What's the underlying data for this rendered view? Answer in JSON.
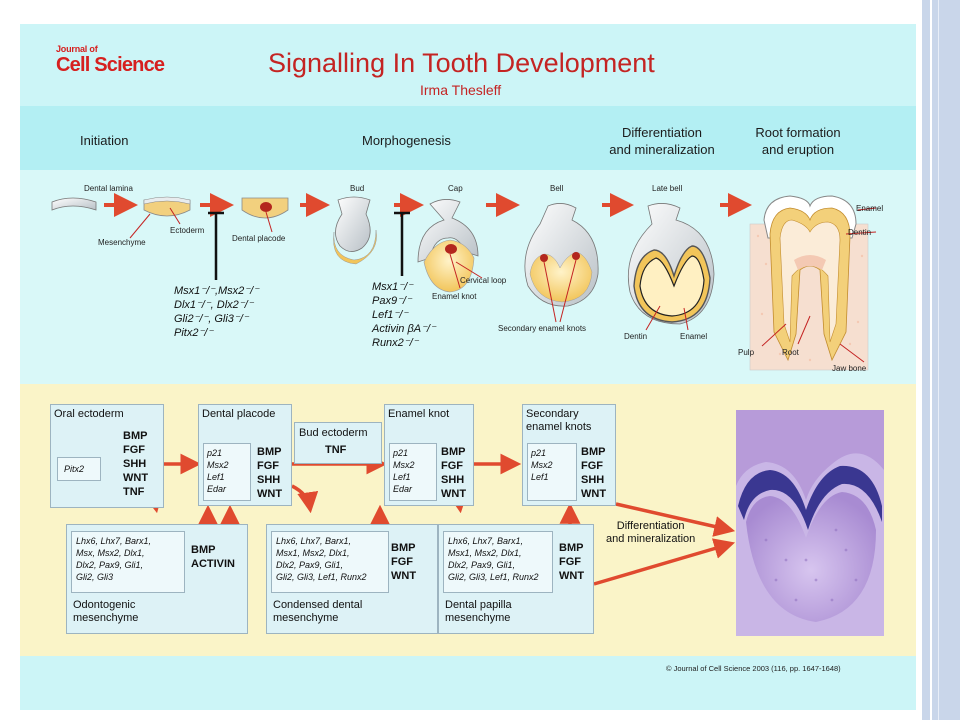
{
  "header": {
    "logo_small": "Journal of",
    "logo_big": "Cell Science",
    "title": "Signalling In Tooth Development",
    "author": "Irma Thesleff"
  },
  "stages": {
    "initiation": "Initiation",
    "morphogenesis": "Morphogenesis",
    "differentiation": [
      "Differentiation",
      "and mineralization"
    ],
    "root": [
      "Root formation",
      "and eruption"
    ]
  },
  "labels": {
    "dental_lamina": "Dental lamina",
    "ectoderm": "Ectoderm",
    "mesenchyme": "Mesenchyme",
    "dental_placode": "Dental placode",
    "bud": "Bud",
    "cap": "Cap",
    "bell": "Bell",
    "late_bell": "Late bell",
    "cervical_loop": "Cervical loop",
    "enamel_knot": "Enamel knot",
    "secondary_enamel_knots": "Secondary enamel knots",
    "dentin_late": "Dentin",
    "enamel_late": "Enamel",
    "enamel_root": "Enamel",
    "dentin_root": "Dentin",
    "pulp": "Pulp",
    "root": "Root",
    "jaw_bone": "Jaw bone"
  },
  "mutants": {
    "initiation": [
      "Msx1⁻/⁻,Msx2⁻/⁻",
      "Dlx1⁻/⁻, Dlx2⁻/⁻",
      "Gli2⁻/⁻, Gli3⁻/⁻",
      "Pitx2⁻/⁻"
    ],
    "bud": [
      "Msx1⁻/⁻",
      "Pax9⁻/⁻",
      "Lef1⁻/⁻",
      "Activin βA⁻/⁻",
      "Runx2⁻/⁻"
    ]
  },
  "network": {
    "oral_ectoderm": {
      "title": "Oral ectoderm",
      "inner": [
        "Pitx2"
      ],
      "signals": [
        "BMP",
        "FGF",
        "SHH",
        "WNT",
        "TNF"
      ]
    },
    "dental_placode": {
      "title": "Dental placode",
      "inner": [
        "p21",
        "Msx2",
        "Lef1",
        "Edar"
      ],
      "signals": [
        "BMP",
        "FGF",
        "SHH",
        "WNT"
      ]
    },
    "bud_ectoderm": {
      "title": "Bud ectoderm",
      "signals": [
        "TNF"
      ]
    },
    "enamel_knot": {
      "title": "Enamel knot",
      "inner": [
        "p21",
        "Msx2",
        "Lef1",
        "Edar"
      ],
      "signals": [
        "BMP",
        "FGF",
        "SHH",
        "WNT"
      ]
    },
    "secondary_knots": {
      "title": [
        "Secondary",
        "enamel knots"
      ],
      "inner": [
        "p21",
        "Msx2",
        "Lef1"
      ],
      "signals": [
        "BMP",
        "FGF",
        "SHH",
        "WNT"
      ]
    },
    "odontogenic": {
      "title": [
        "Odontogenic",
        "mesenchyme"
      ],
      "inner": [
        "Lhx6, Lhx7, Barx1,",
        "Msx, Msx2, Dlx1,",
        "Dlx2, Pax9, Gli1,",
        "Gli2, Gli3"
      ],
      "signals": [
        "BMP",
        "ACTIVIN"
      ]
    },
    "condensed": {
      "title": [
        "Condensed dental",
        "mesenchyme"
      ],
      "inner": [
        "Lhx6, Lhx7, Barx1,",
        "Msx1, Msx2, Dlx1,",
        "Dlx2, Pax9, Gli1,",
        "Gli2, Gli3, Lef1, Runx2"
      ],
      "signals": [
        "BMP",
        "FGF",
        "WNT"
      ]
    },
    "papilla": {
      "title": [
        "Dental papilla",
        "mesenchyme"
      ],
      "inner": [
        "Lhx6, Lhx7, Barx1,",
        "Msx1, Msx2, Dlx1,",
        "Dlx2, Pax9, Gli1,",
        "Gli2, Gli3, Lef1, Runx2"
      ],
      "signals": [
        "BMP",
        "FGF",
        "WNT"
      ]
    },
    "diff_label": [
      "Differentiation",
      "and mineralization"
    ]
  },
  "footer": {
    "copyright": "© Journal of Cell Science 2003 (116, pp. 1647-1648)"
  },
  "colors": {
    "arrow": "#e04a2f",
    "title_red": "#c42423",
    "tissue_yellow": "#f6d27a",
    "histology": "#b79bd9"
  }
}
